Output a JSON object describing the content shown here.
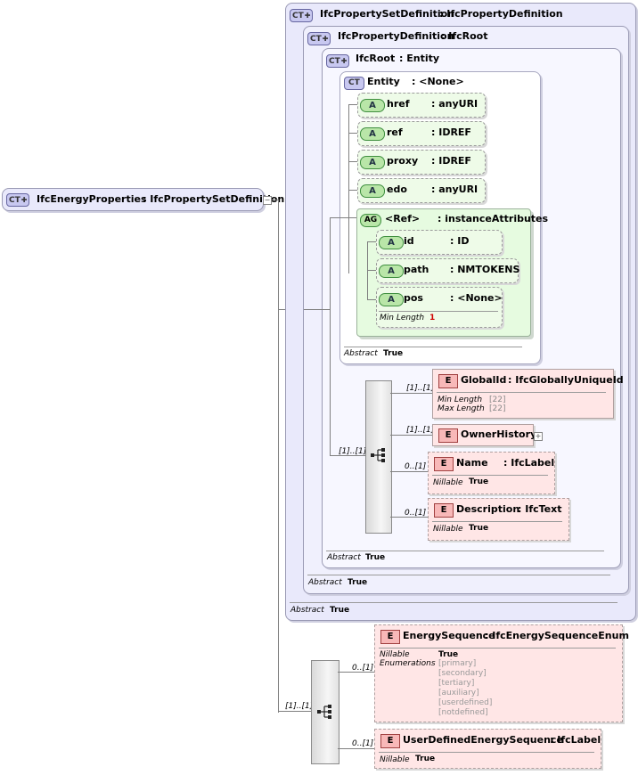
{
  "root": {
    "badge": "CT",
    "name": "IfcEnergyProperties",
    "type": ": IfcPropertySetDefinition"
  },
  "boxes": {
    "propset": {
      "badge": "CT",
      "name": "IfcPropertySetDefinition",
      "type": ": IfcPropertyDefinition",
      "abstract_label": "Abstract",
      "abstract_value": "True"
    },
    "propdef": {
      "badge": "CT",
      "name": "IfcPropertyDefinition",
      "type": ": IfcRoot",
      "abstract_label": "Abstract",
      "abstract_value": "True"
    },
    "root": {
      "badge": "CT",
      "name": "IfcRoot",
      "type": ": Entity",
      "abstract_label": "Abstract",
      "abstract_value": "True"
    },
    "entity": {
      "badge": "CT",
      "name": "Entity",
      "type": ": <None>",
      "abstract_label": "Abstract",
      "abstract_value": "True"
    }
  },
  "entity_attrs": [
    {
      "badge": "A",
      "name": "href",
      "type": ": anyURI"
    },
    {
      "badge": "A",
      "name": "ref",
      "type": ": IDREF"
    },
    {
      "badge": "A",
      "name": "proxy",
      "type": ": IDREF"
    },
    {
      "badge": "A",
      "name": "edo",
      "type": ": anyURI"
    }
  ],
  "attr_group": {
    "badge": "AG",
    "name": "<Ref>",
    "type": ": instanceAttributes",
    "attrs": [
      {
        "badge": "A",
        "name": "id",
        "type": ": ID"
      },
      {
        "badge": "A",
        "name": "path",
        "type": ": NMTOKENS"
      },
      {
        "badge": "A",
        "name": "pos",
        "type": ": <None>",
        "min_length_label": "Min Length",
        "min_length_value": "1"
      }
    ]
  },
  "root_sequence": {
    "cardinality": "[1]..[1]",
    "elements": [
      {
        "badge": "E",
        "name": "GlobalId",
        "type": ": IfcGloballyUniqueId",
        "card": "[1]..[1]",
        "props": [
          {
            "label": "Min Length",
            "value": "[22]"
          },
          {
            "label": "Max Length",
            "value": "[22]"
          }
        ]
      },
      {
        "badge": "E",
        "name": "OwnerHistory",
        "type": "",
        "card": "[1]..[1]",
        "props": []
      },
      {
        "badge": "E",
        "name": "Name",
        "type": ": IfcLabel",
        "card": "0..[1]",
        "props": [
          {
            "label": "Nillable",
            "value": "True"
          }
        ]
      },
      {
        "badge": "E",
        "name": "Description",
        "type": ": IfcText",
        "card": "0..[1]",
        "props": [
          {
            "label": "Nillable",
            "value": "True"
          }
        ]
      }
    ]
  },
  "main_sequence": {
    "cardinality": "[1]..[1]",
    "elements": [
      {
        "badge": "E",
        "name": "EnergySequence",
        "type": ": IfcEnergySequenceEnum",
        "card": "0..[1]",
        "nillable_label": "Nillable",
        "nillable_value": "True",
        "enum_label": "Enumerations",
        "enumerations": [
          "[primary]",
          "[secondary]",
          "[tertiary]",
          "[auxiliary]",
          "[userdefined]",
          "[notdefined]"
        ]
      },
      {
        "badge": "E",
        "name": "UserDefinedEnergySequence",
        "type": ": IfcLabel",
        "card": "0..[1]",
        "nillable_label": "Nillable",
        "nillable_value": "True"
      }
    ]
  },
  "colors": {
    "complex_type_fill": "#e9e9fb",
    "attribute_fill": "#eefbe8",
    "element_fill": "#ffe6e6",
    "connector": "#808080"
  }
}
